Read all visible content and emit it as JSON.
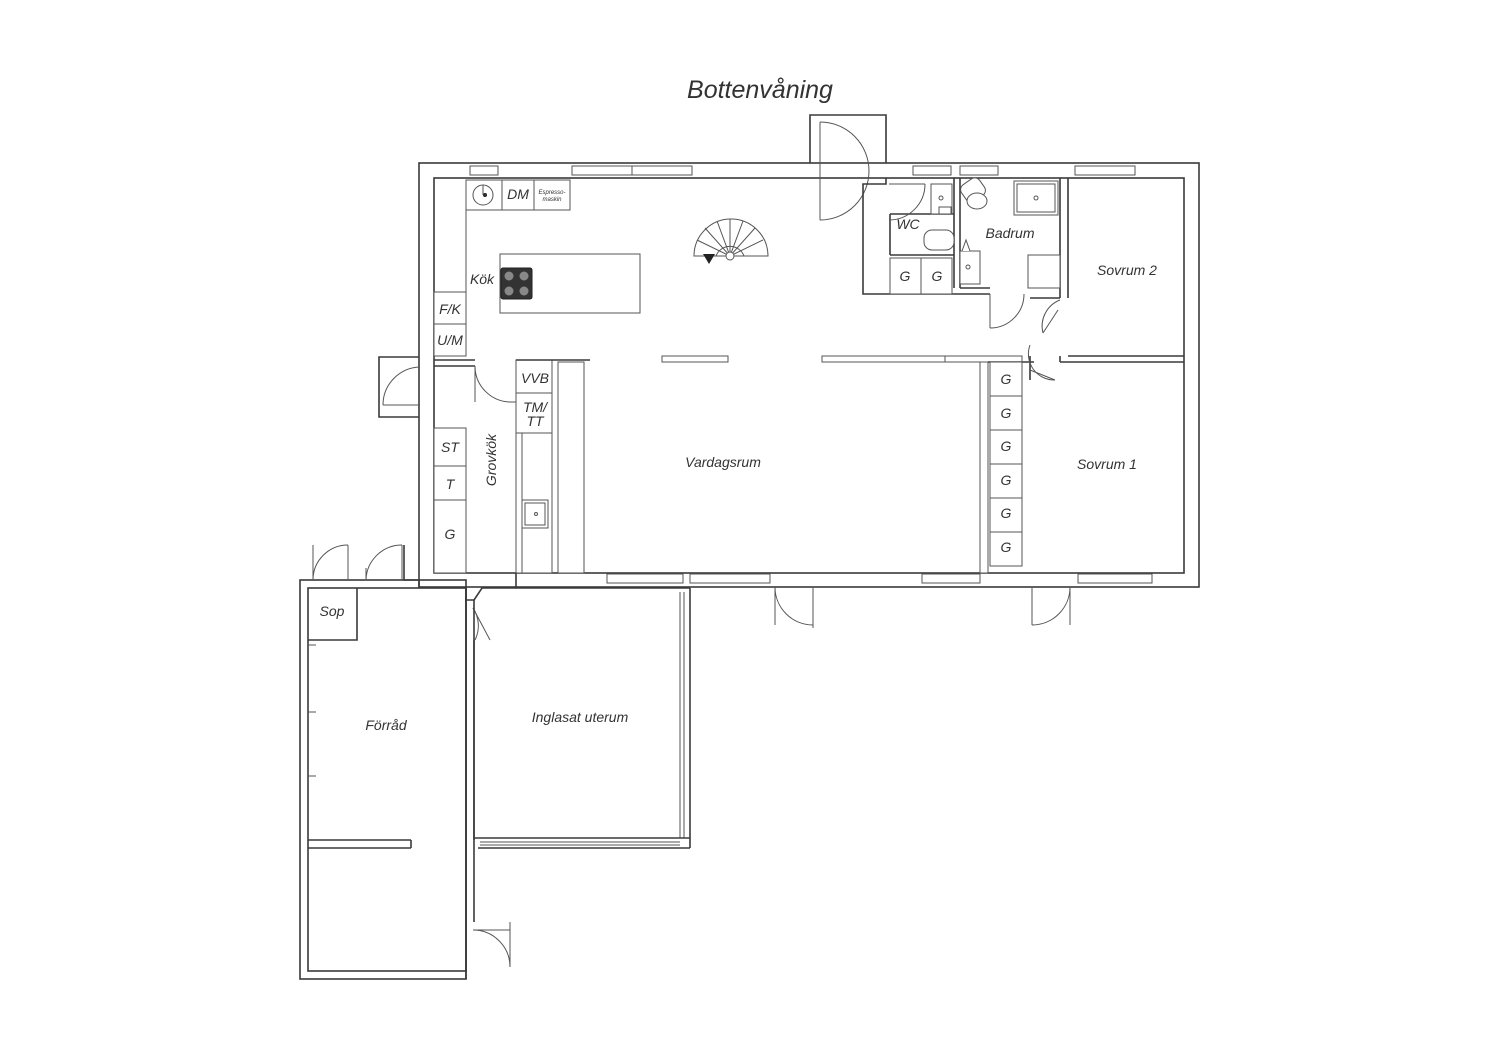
{
  "title": "Bottenvåning",
  "rooms": {
    "kok": "Kök",
    "vardagsrum": "Vardagsrum",
    "grovkok": "Grovkök",
    "wc": "WC",
    "badrum": "Badrum",
    "sovrum2": "Sovrum 2",
    "sovrum1": "Sovrum 1",
    "sop": "Sop",
    "forrad": "Förråd",
    "uterum": "Inglasat uterum"
  },
  "fixtures": {
    "dm": "DM",
    "espresso_1": "Espresso-",
    "espresso_2": "maskin",
    "fk": "F/K",
    "um": "U/M",
    "vvb": "VVB",
    "tmtt_1": "TM/",
    "tmtt_2": "TT",
    "st": "ST",
    "t": "T",
    "g": "G"
  },
  "colors": {
    "line": "#3a3a3a",
    "background": "#ffffff"
  }
}
